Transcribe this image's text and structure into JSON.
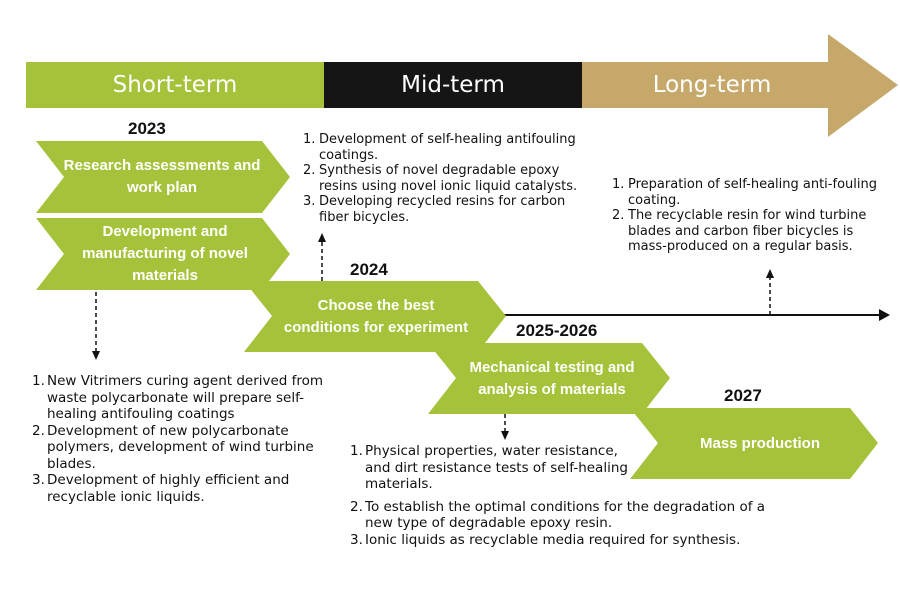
{
  "colors": {
    "green": "#a5c23a",
    "black": "#151515",
    "tan": "#c6a86b",
    "arrow_line": "#111111"
  },
  "phases": [
    {
      "label": "Short-term",
      "color": "#a5c23a"
    },
    {
      "label": "Mid-term",
      "color": "#151515"
    },
    {
      "label": "Long-term",
      "color": "#c6a86b"
    }
  ],
  "years": {
    "y2023": "2023",
    "y2024": "2024",
    "y2025": "2025-2026",
    "y2027": "2027"
  },
  "steps": {
    "research": "Research assessments and work plan",
    "development": "Development and manufacturing of novel materials",
    "choose": "Choose the best conditions for experiment",
    "mechanical": "Mechanical testing and analysis of materials",
    "mass": "Mass production"
  },
  "notes": {
    "mid_term": [
      "Development of self-healing antifouling coatings.",
      "Synthesis of novel degradable epoxy resins using novel ionic liquid catalysts.",
      "Developing recycled resins for carbon fiber bicycles."
    ],
    "long_term": [
      "Preparation of self-healing anti-fouling coating.",
      "The recyclable resin for wind turbine blades and carbon fiber bicycles is mass-produced on a regular basis."
    ],
    "short_term": [
      "New Vitrimers curing agent derived from waste polycarbonate will prepare self-healing antifouling coatings",
      "Development of new polycarbonate polymers, development of wind turbine blades.",
      "Development of highly efficient and recyclable ionic liquids."
    ],
    "testing": [
      "Physical properties, water resistance, and dirt resistance tests of self-healing materials.",
      "To establish the optimal conditions for the degradation of a new type of degradable epoxy resin.",
      "Ionic liquids as recyclable media required for synthesis."
    ]
  }
}
